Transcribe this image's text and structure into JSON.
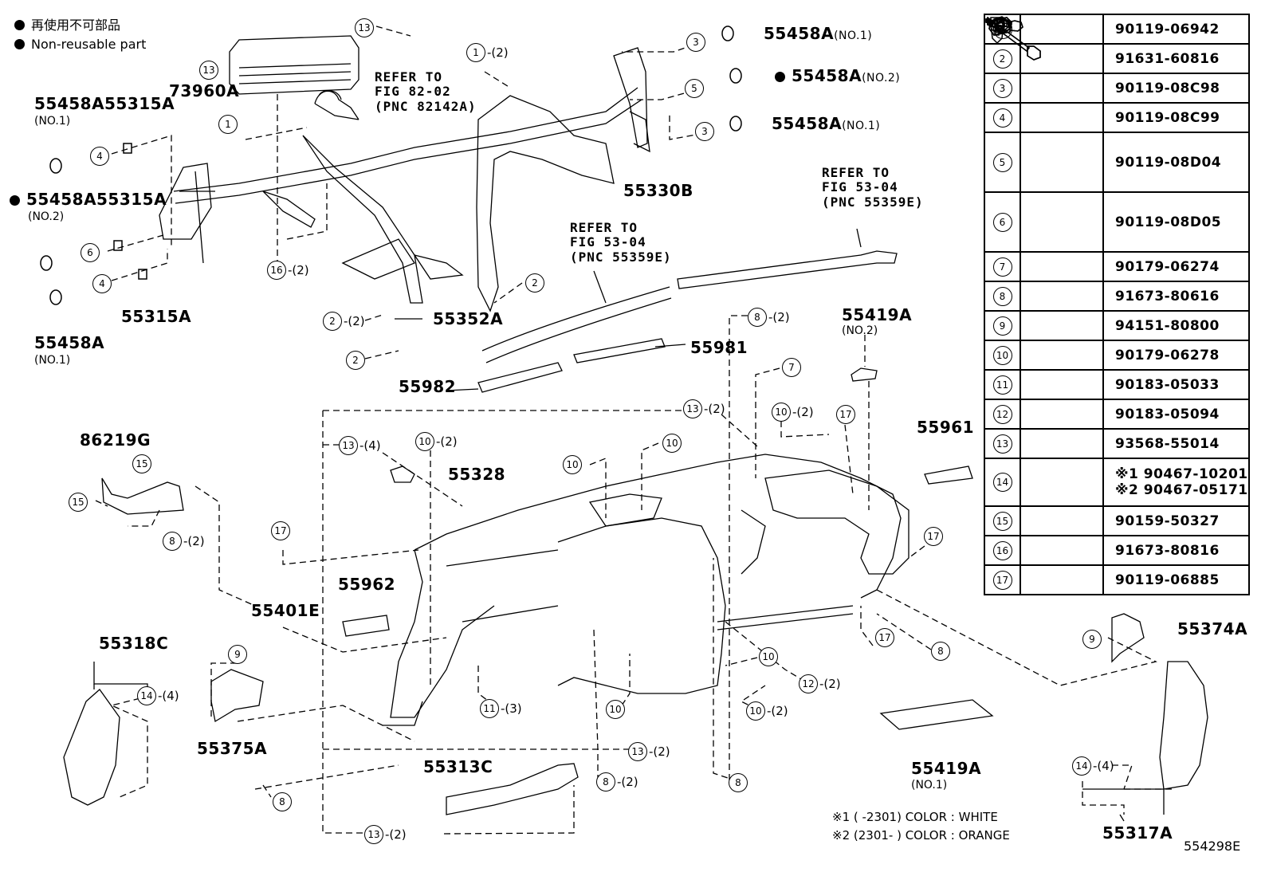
{
  "legend": {
    "jp": "再使用不可部品",
    "en": "Non-reusable part"
  },
  "figure_id": "554298E",
  "notes": [
    "※1 (        -2301) COLOR : WHITE",
    "※2 (2301-        ) COLOR : ORANGE"
  ],
  "labels": {
    "p73960A": "73960A",
    "p55458A_a": "55458A",
    "p55458A_a_sub": "(NO.1)",
    "p55315A_a": "55315A",
    "p55458A_b": "55458A",
    "p55458A_b_sub": "(NO.2)",
    "p55315A_b": "55315A",
    "p55315A_c": "55315A",
    "p55458A_c": "55458A",
    "p55458A_c_sub": "(NO.1)",
    "p55458A_r1": "55458A",
    "p55458A_r1_sub": "(NO.1)",
    "p55458A_r2": "55458A",
    "p55458A_r2_sub": "(NO.2)",
    "p55458A_r3": "55458A",
    "p55458A_r3_sub": "(NO.1)",
    "p55330B": "55330B",
    "p55352A": "55352A",
    "p55981": "55981",
    "p55982": "55982",
    "p55419A_top": "55419A",
    "p55419A_top_sub": "(NO.2)",
    "p86219G": "86219G",
    "p55328": "55328",
    "p55961": "55961",
    "p55962": "55962",
    "p55401E": "55401E",
    "p55318C": "55318C",
    "p55375A": "55375A",
    "p55313C": "55313C",
    "p55419A_bot": "55419A",
    "p55419A_bot_sub": "(NO.1)",
    "p55374A": "55374A",
    "p55317A": "55317A"
  },
  "refs": {
    "r82": [
      "REFER TO",
      "FIG 82-02",
      "(PNC 82142A)"
    ],
    "r53a": [
      "REFER TO",
      "FIG 53-04",
      "(PNC 55359E)"
    ],
    "r53b": [
      "REFER TO",
      "FIG 53-04",
      "(PNC 55359E)"
    ]
  },
  "callouts": [
    {
      "n": "13",
      "q": ""
    },
    {
      "n": "13",
      "q": ""
    },
    {
      "n": "1",
      "q": "-(2)"
    },
    {
      "n": "3",
      "q": ""
    },
    {
      "n": "5",
      "q": ""
    },
    {
      "n": "3",
      "q": ""
    },
    {
      "n": "1",
      "q": ""
    },
    {
      "n": "4",
      "q": ""
    },
    {
      "n": "6",
      "q": ""
    },
    {
      "n": "4",
      "q": ""
    },
    {
      "n": "16",
      "q": "-(2)"
    },
    {
      "n": "2",
      "q": ""
    },
    {
      "n": "2",
      "q": "-(2)"
    },
    {
      "n": "2",
      "q": ""
    },
    {
      "n": "8",
      "q": "-(2)"
    },
    {
      "n": "7",
      "q": ""
    },
    {
      "n": "13",
      "q": "-(2)"
    },
    {
      "n": "10",
      "q": "-(2)"
    },
    {
      "n": "17",
      "q": ""
    },
    {
      "n": "13",
      "q": "-(4)"
    },
    {
      "n": "10",
      "q": "-(2)"
    },
    {
      "n": "10",
      "q": ""
    },
    {
      "n": "10",
      "q": ""
    },
    {
      "n": "15",
      "q": ""
    },
    {
      "n": "15",
      "q": ""
    },
    {
      "n": "8",
      "q": "-(2)"
    },
    {
      "n": "17",
      "q": ""
    },
    {
      "n": "17",
      "q": ""
    },
    {
      "n": "17",
      "q": ""
    },
    {
      "n": "8",
      "q": ""
    },
    {
      "n": "9",
      "q": ""
    },
    {
      "n": "9",
      "q": ""
    },
    {
      "n": "14",
      "q": "-(4)"
    },
    {
      "n": "10",
      "q": ""
    },
    {
      "n": "12",
      "q": "-(2)"
    },
    {
      "n": "11",
      "q": "-(3)"
    },
    {
      "n": "10",
      "q": ""
    },
    {
      "n": "10",
      "q": "-(2)"
    },
    {
      "n": "13",
      "q": "-(2)"
    },
    {
      "n": "8",
      "q": "-(2)"
    },
    {
      "n": "8",
      "q": ""
    },
    {
      "n": "8",
      "q": ""
    },
    {
      "n": "13",
      "q": "-(2)"
    },
    {
      "n": "14",
      "q": "-(4)"
    }
  ],
  "fastener_table": [
    {
      "n": "1",
      "icon": "bolt",
      "pn": "90119-06942"
    },
    {
      "n": "2",
      "icon": "bolt-washer",
      "pn": "91631-60816"
    },
    {
      "n": "3",
      "icon": "bolt-long",
      "pn": "90119-08C98"
    },
    {
      "n": "4",
      "icon": "bolt-long",
      "pn": "90119-08C99"
    },
    {
      "n": "5",
      "icon": "stud-long",
      "pn": "90119-08D04"
    },
    {
      "n": "6",
      "icon": "stud-long",
      "pn": "90119-08D05"
    },
    {
      "n": "7",
      "icon": "nut",
      "pn": "90179-06274"
    },
    {
      "n": "8",
      "icon": "bolt",
      "pn": "91673-80616"
    },
    {
      "n": "9",
      "icon": "nut-flange",
      "pn": "94151-80800"
    },
    {
      "n": "10",
      "icon": "clip-nut",
      "pn": "90179-06278"
    },
    {
      "n": "11",
      "icon": "clip-nut",
      "pn": "90183-05033"
    },
    {
      "n": "12",
      "icon": "clip-nut",
      "pn": "90183-05094"
    },
    {
      "n": "13",
      "icon": "bolt-washer",
      "pn": "93568-55014"
    },
    {
      "n": "14",
      "icon": "clip",
      "pn": "※1 90467-10201",
      "pn2": "※2 90467-05171"
    },
    {
      "n": "15",
      "icon": "bolt-washer",
      "pn": "90159-50327"
    },
    {
      "n": "16",
      "icon": "bolt-washer",
      "pn": "91673-80816"
    },
    {
      "n": "17",
      "icon": "bolt",
      "pn": "90119-06885"
    }
  ]
}
